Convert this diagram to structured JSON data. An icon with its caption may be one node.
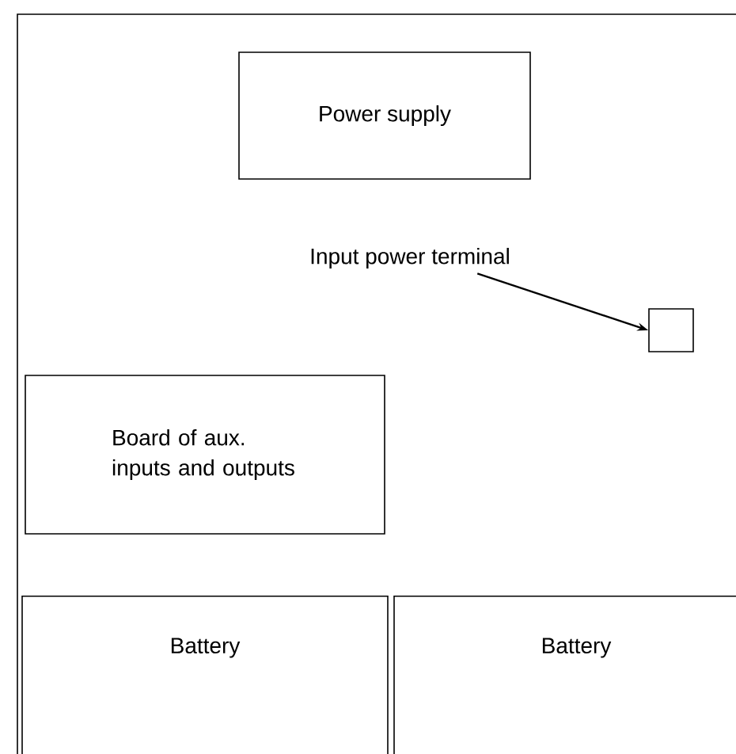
{
  "diagram": {
    "nodes": [
      {
        "text": [],
        "shape": "box"
      },
      {
        "text": [
          "Power supply"
        ],
        "in": 0
      },
      {
        "text": [
          "Input power terminal"
        ],
        "in": 0
      },
      {
        "text": [],
        "shape": "box",
        "in": 0
      },
      {
        "text": [
          "Board of aux. inputs and outputs"
        ],
        "in": 0
      },
      {
        "text": [
          "Battery"
        ],
        "in": 0
      },
      {
        "text": [
          "Battery"
        ],
        "in": 0
      }
    ],
    "edges": [
      {
        "from": 2,
        "to": 3,
        "arrow": "to"
      }
    ]
  }
}
